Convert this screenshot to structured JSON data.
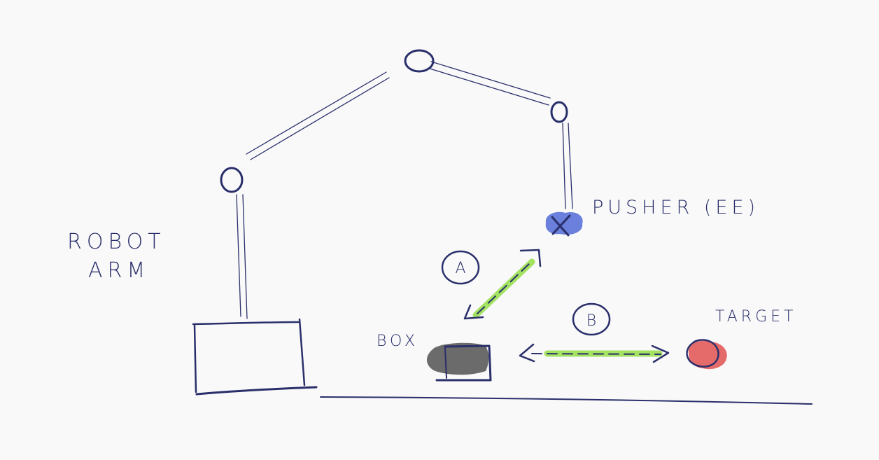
{
  "labels": {
    "robot": "ROBOT",
    "arm": "ARM",
    "pusher": "PUSHER (EE)",
    "box": "BOX",
    "target": "TARGET",
    "path_a": "A",
    "path_b": "B"
  },
  "colors": {
    "ink": "#2a2f6b",
    "pusher": "#5a72d8",
    "box": "#6b6b6b",
    "target": "#e25a5a",
    "path_highlight": "#9fe05a",
    "background": "#f9f9f9"
  }
}
